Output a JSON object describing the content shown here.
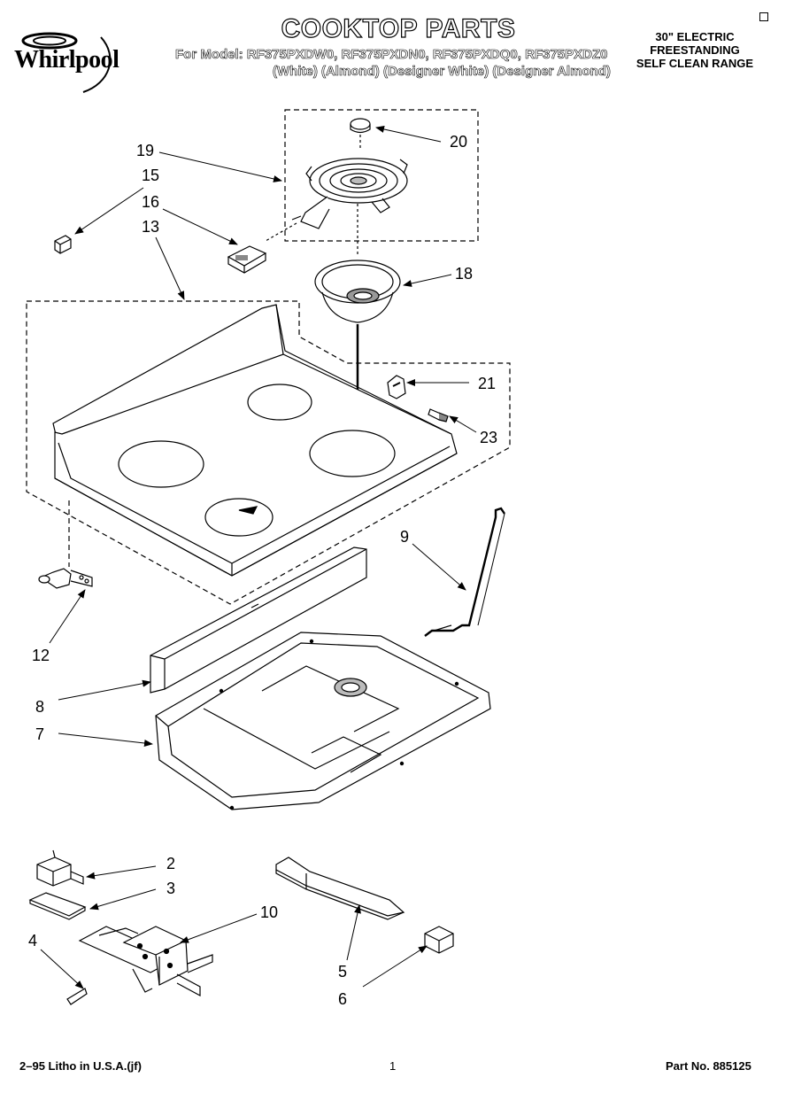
{
  "header": {
    "brand": "Whirlpool",
    "title": "COOKTOP PARTS",
    "models_line1": "For Model: RF375PXDW0, RF375PXDN0, RF375PXDQ0, RF375PXDZ0",
    "models_line2": "(White)  (Almond) (Designer White) (Designer Almond)",
    "spec_line1": "30\" ELECTRIC",
    "spec_line2": "FREESTANDING",
    "spec_line3": "SELF CLEAN RANGE"
  },
  "callouts": {
    "c2": "2",
    "c3": "3",
    "c4": "4",
    "c5": "5",
    "c6": "6",
    "c7": "7",
    "c8": "8",
    "c9": "9",
    "c10": "10",
    "c12": "12",
    "c13": "13",
    "c15": "15",
    "c16": "16",
    "c18": "18",
    "c19": "19",
    "c20": "20",
    "c21": "21",
    "c23": "23"
  },
  "footer": {
    "left": "2–95 Litho in U.S.A.(jf)",
    "page": "1",
    "part_no": "Part No. 885125"
  }
}
